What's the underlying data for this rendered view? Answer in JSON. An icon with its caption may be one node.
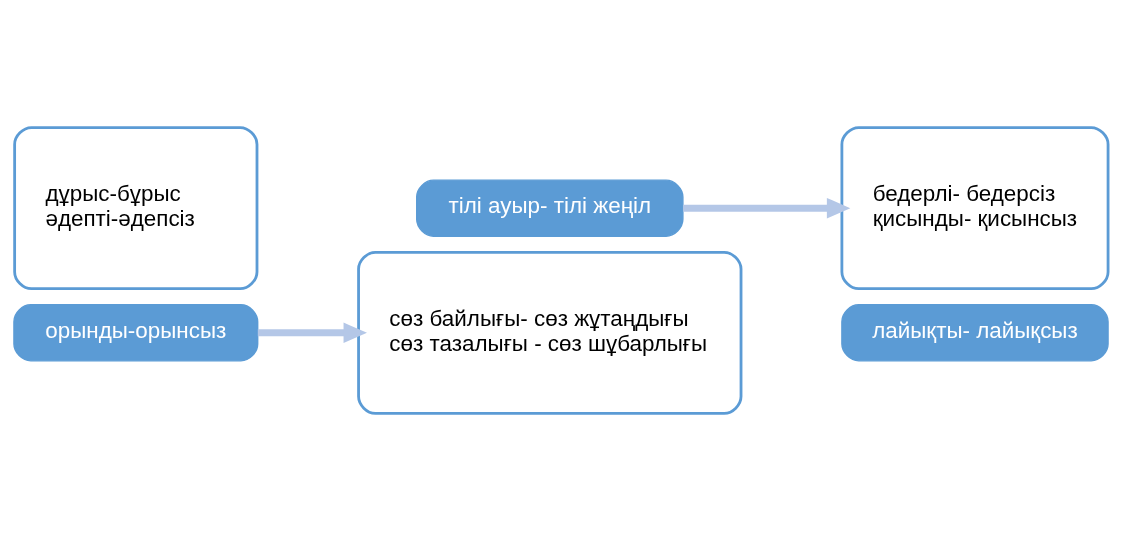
{
  "diagram": {
    "nodes": [
      {
        "text": [
          "дұрыс-бұрыс",
          "әдепті-әдепсіз"
        ]
      },
      {
        "text": [
          "орынды-орынсыз"
        ]
      },
      {
        "text": [
          "тілі ауыр- тілі жеңіл"
        ]
      },
      {
        "text": [
          "сөз байлығы- сөз жұтаңдығы",
          "сөз тазалығы - сөз шұбарлығы"
        ]
      },
      {
        "text": [
          "бедерлі- бедерсіз",
          "қисынды- қисынсыз"
        ]
      },
      {
        "text": [
          "лайықты- лайықсыз"
        ]
      }
    ],
    "edges": [
      {
        "from": 1,
        "to": 3,
        "arrow": "to"
      },
      {
        "from": 2,
        "to": 4,
        "arrow": "to"
      }
    ]
  }
}
